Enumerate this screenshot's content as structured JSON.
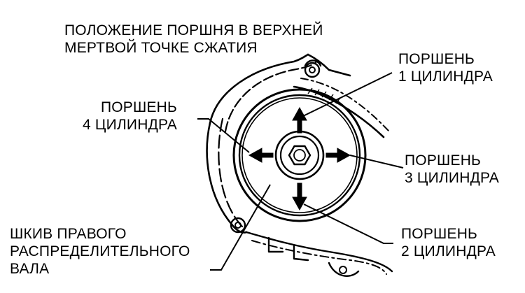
{
  "title": {
    "line1": "ПОЛОЖЕНИЕ ПОРШНЯ В ВЕРХНЕЙ",
    "line2": "МЕРТВОЙ ТОЧКЕ СЖАТИЯ"
  },
  "labels": {
    "piston1": {
      "line1": "ПОРШЕНЬ",
      "line2": "1 ЦИЛИНДРА"
    },
    "piston2": {
      "line1": "ПОРШЕНЬ",
      "line2": "2 ЦИЛИНДРА"
    },
    "piston3": {
      "line1": "ПОРШЕНЬ",
      "line2": "3 ЦИЛИНДРА"
    },
    "piston4": {
      "line1": "ПОРШЕНЬ",
      "line2": "4 ЦИЛИНДРА"
    },
    "pulley": {
      "line1": "ШКИВ ПРАВОГО",
      "line2": "РАСПРЕДЕЛИТЕЛЬНОГО",
      "line3": "ВАЛА"
    }
  },
  "colors": {
    "ink": "#000000",
    "paper": "#ffffff"
  }
}
